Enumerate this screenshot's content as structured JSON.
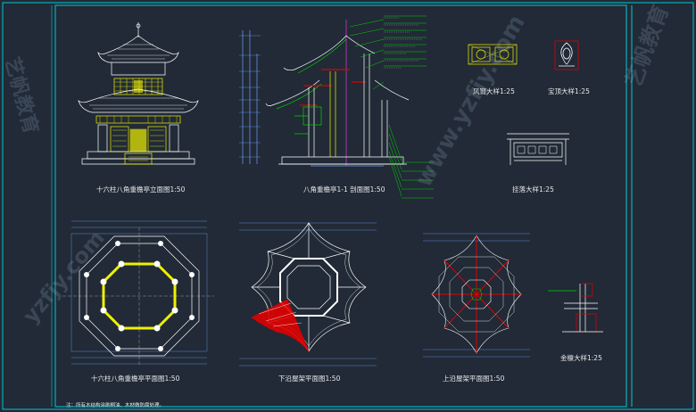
{
  "drawing": {
    "colors": {
      "background": "#212a36",
      "frame": "#00c8d8",
      "yellow": "#f0f000",
      "white": "#ffffff",
      "red": "#e00000",
      "green": "#00d000",
      "magenta": "#ff40ff",
      "dimension": "#6fa0ff"
    },
    "titles": {
      "elevation": "十六柱八角重檐亭立面图1:50",
      "section": "八角重檐亭1-1 剖面图1:50",
      "wind_window": "风窗大样1:25",
      "finial": "宝顶大样1:25",
      "railing": "挂落大样1:25",
      "floor_plan": "十六柱八角重檐亭平面图1:50",
      "lower_roof": "下沿屋架平面图1:50",
      "upper_roof": "上沿屋架平面图1:50",
      "eave_detail": "金檩大样1:25"
    },
    "footnote": "注：所有木结构涂刷桐油、木材做防腐处理。",
    "watermarks": [
      "艺帆教育",
      "www.yzfjy.com",
      "yzfjy.com",
      "艺帆教育"
    ],
    "icons": [
      "pavilion-elevation-drawing",
      "section-drawing",
      "octagon-plan-drawing",
      "roof-framing-drawing",
      "finial-icon",
      "window-icon"
    ]
  }
}
